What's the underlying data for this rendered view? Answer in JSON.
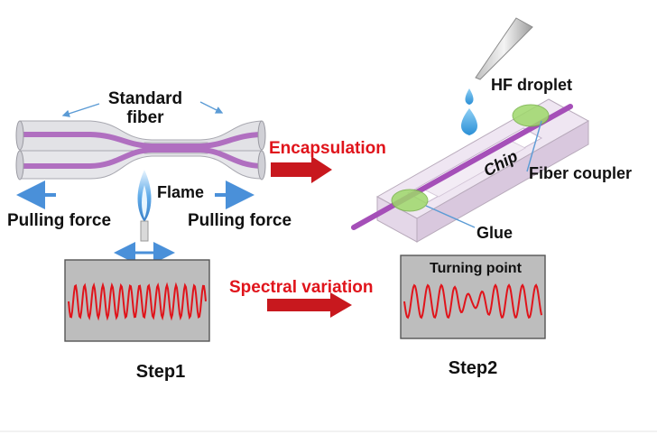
{
  "labels": {
    "standard_fiber_line1": "Standard",
    "standard_fiber_line2": "fiber",
    "flame": "Flame",
    "pulling_force_left": "Pulling force",
    "pulling_force_right": "Pulling force",
    "encapsulation": "Encapsulation",
    "hf_droplet": "HF droplet",
    "chip": "Chip",
    "fiber_coupler": "Fiber coupler",
    "glue": "Glue",
    "turning_point": "Turning point",
    "spectral_variation": "Spectral variation",
    "step1": "Step1",
    "step2": "Step2"
  },
  "colors": {
    "fiber_core": "#b06fc0",
    "fiber_cladding": "#e2e2e6",
    "process_arrow": "#c8181e",
    "red_text": "#e0141b",
    "force_arrow": "#4a90d9",
    "flame": "#5aa8e8",
    "glue": "#9ed86a",
    "chip_body": "#efe6f2",
    "spectrum_panel": "#bdbdbd",
    "spectrum_line": "#e0141b"
  }
}
